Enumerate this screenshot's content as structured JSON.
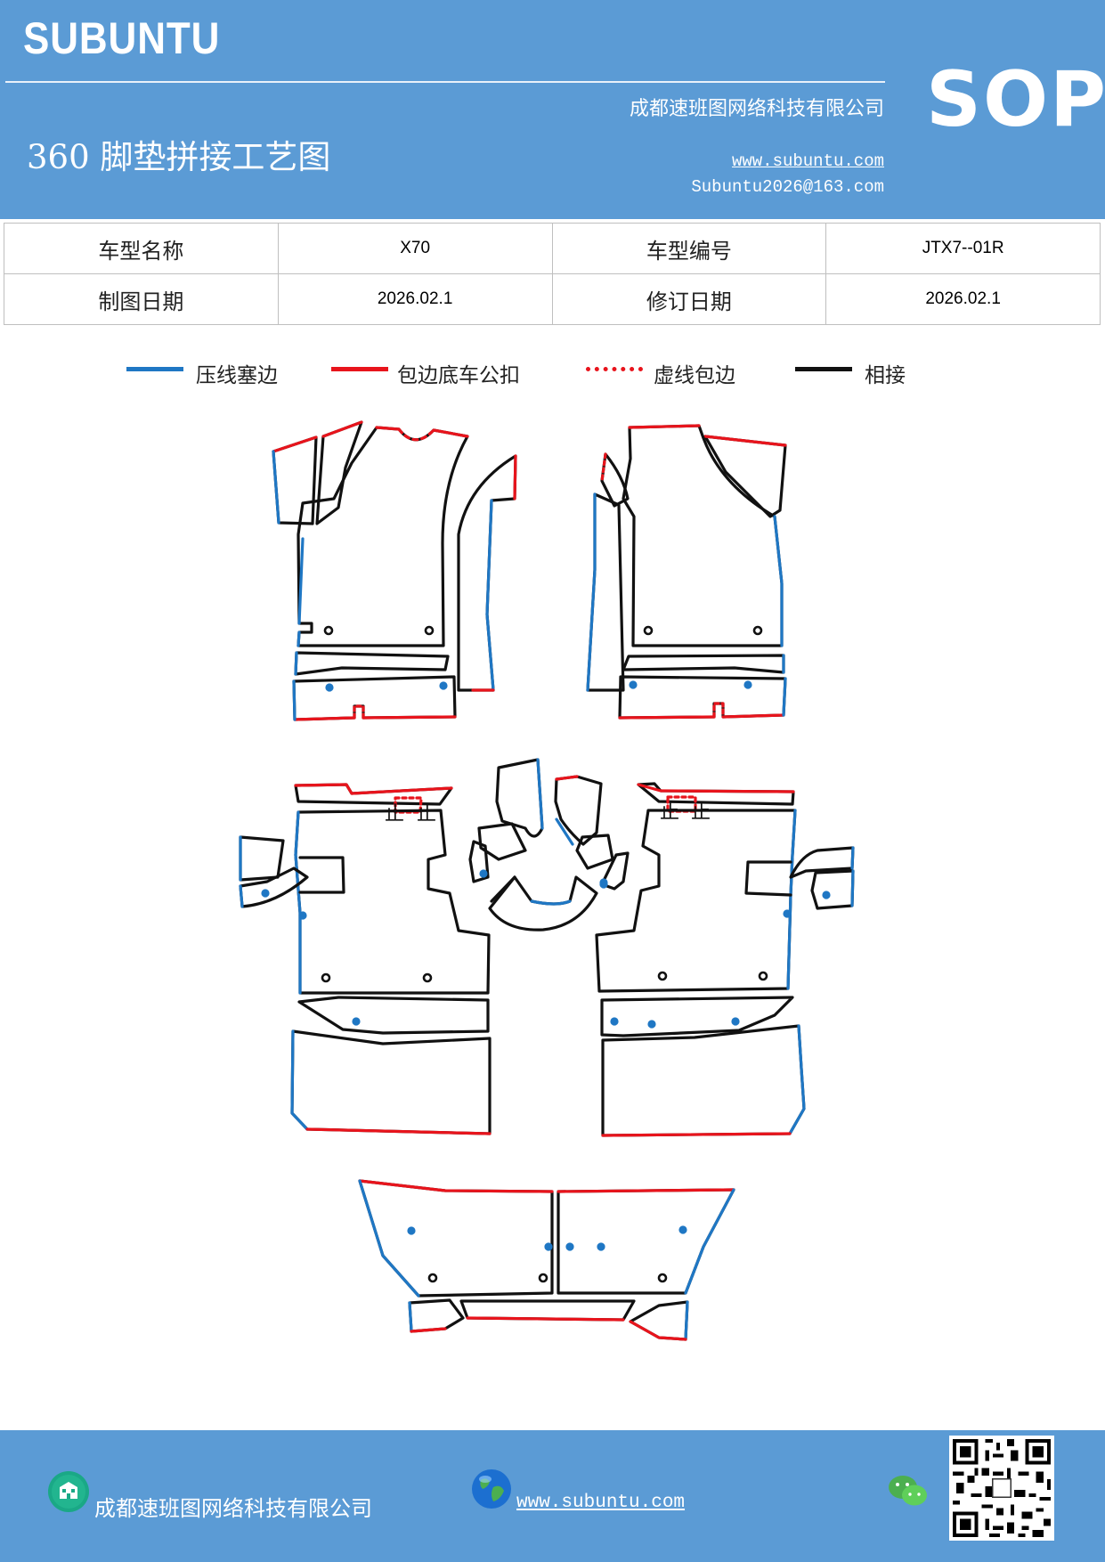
{
  "header": {
    "brand": "SUBUNTU",
    "badge": "SOP",
    "title": "360 脚垫拼接工艺图",
    "company": "成都速班图网络科技有限公司",
    "website": "www.subuntu.com",
    "email": "Subuntu2026@163.com"
  },
  "info_table": {
    "rows": [
      [
        "车型名称",
        "X70",
        "车型编号",
        "JTX7--01R"
      ],
      [
        "制图日期",
        "2026.02.1",
        "修订日期",
        "2026.02.1"
      ]
    ]
  },
  "legend": [
    {
      "label": "压线塞边",
      "color": "#1f77c4",
      "style": "solid"
    },
    {
      "label": "包边底车公扣",
      "color": "#e8141c",
      "style": "solid"
    },
    {
      "label": "虚线包边",
      "color": "#e8141c",
      "style": "dotted"
    },
    {
      "label": "相接",
      "color": "#111111",
      "style": "solid"
    }
  ],
  "diagram": {
    "marks": [
      "止",
      "止",
      "止",
      "止"
    ]
  },
  "footer": {
    "company": "成都速班图网络科技有限公司",
    "website": "www.subuntu.com",
    "icons": [
      "building-icon",
      "globe-icon",
      "wechat-icon",
      "qr-code"
    ]
  },
  "colors": {
    "header_bg": "#5b9bd5",
    "blue_line": "#1f77c4",
    "red_line": "#e8141c",
    "black_line": "#111111"
  }
}
